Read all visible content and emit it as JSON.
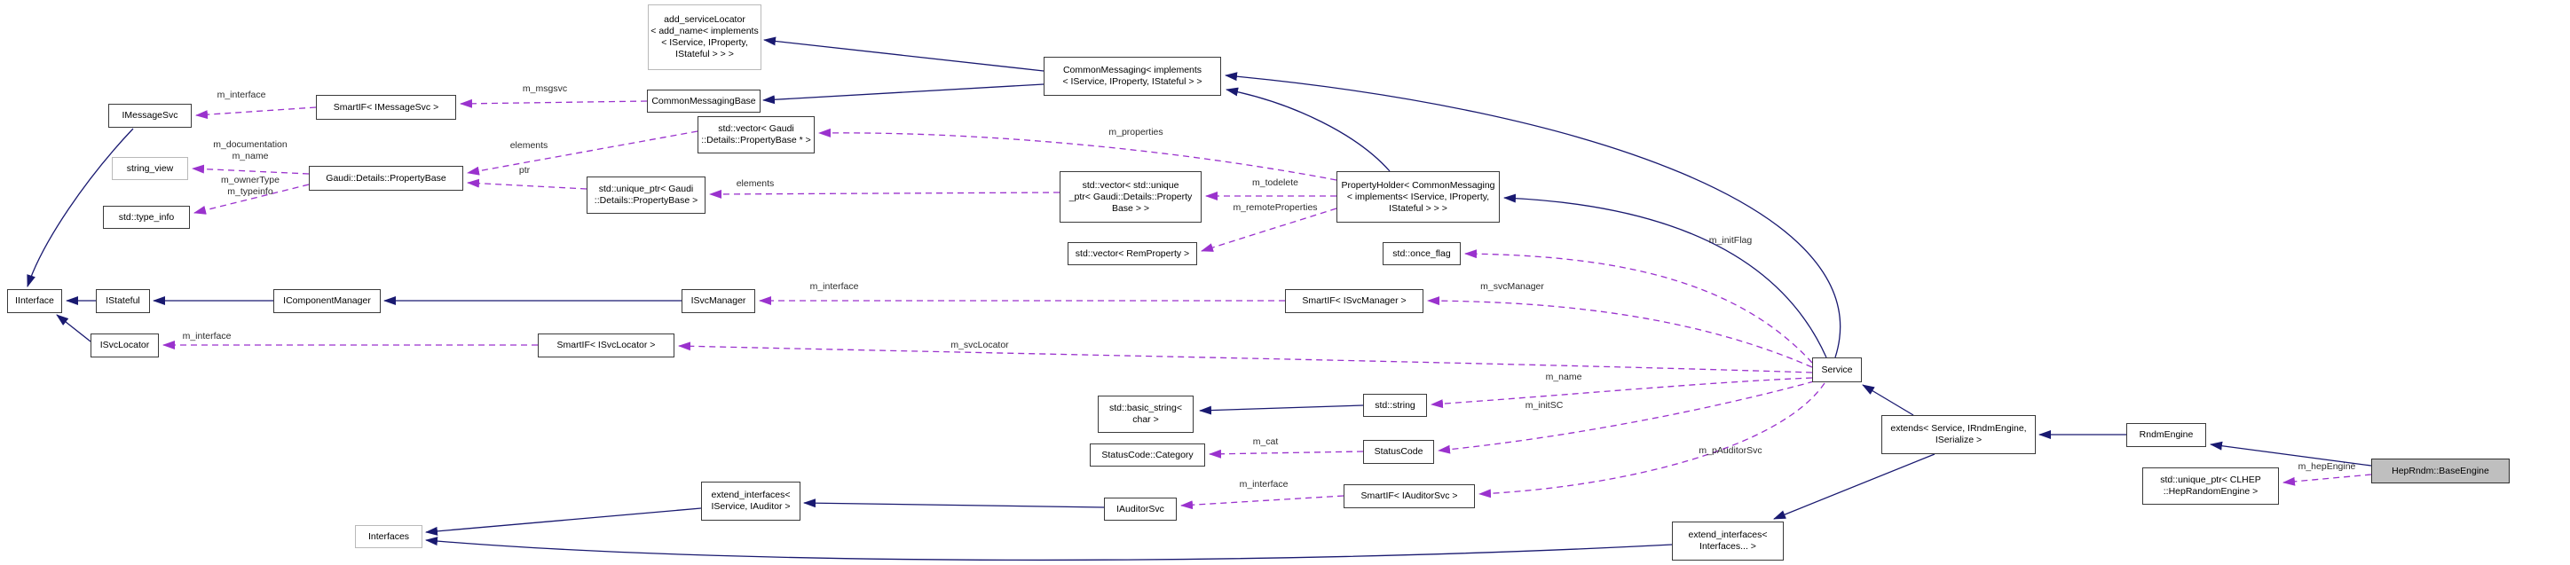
{
  "diagram": {
    "kind": "collaboration-graph",
    "highlighted_node": "HepRndm::BaseEngine",
    "colors": {
      "inheritance_edge": "#191970",
      "usage_edge": "#9a32cd",
      "node_border": "#3a3a3a",
      "node_border_external": "#b9b9b9",
      "highlight_fill": "#bfbfbf",
      "background": "#ffffff"
    },
    "nodes": {
      "iinterface": {
        "label": "IInterface"
      },
      "imessagesvc": {
        "label": "IMessageSvc"
      },
      "string_view": {
        "label": "string_view"
      },
      "type_info": {
        "label": "std::type_info"
      },
      "istateful": {
        "label": "IStateful"
      },
      "isvclocator": {
        "label": "ISvcLocator"
      },
      "smartif_imessagesvc": {
        "label": "SmartIF< IMessageSvc >"
      },
      "propertybase": {
        "label": "Gaudi::Details::PropertyBase"
      },
      "icomponentmanager": {
        "label": "IComponentManager"
      },
      "smartif_isvclocator": {
        "label": "SmartIF< ISvcLocator >"
      },
      "isvcmanager": {
        "label": "ISvcManager"
      },
      "smartif_isvcmanager": {
        "label": "SmartIF< ISvcManager >"
      },
      "add_servicelocator": {
        "label": "add_serviceLocator\n< add_name< implements\n< IService, IProperty,\nIStateful > > >"
      },
      "commonmessagingbase": {
        "label": "CommonMessagingBase"
      },
      "commonmessaging": {
        "label": "CommonMessaging< implements\n< IService, IProperty, IStateful > >"
      },
      "vector_pb_ptr": {
        "label": "std::vector< Gaudi\n::Details::PropertyBase * >"
      },
      "unique_ptr_pb": {
        "label": "std::unique_ptr< Gaudi\n::Details::PropertyBase >"
      },
      "vector_uptr": {
        "label": "std::vector< std::unique\n_ptr< Gaudi::Details::Property\nBase > >"
      },
      "vector_rem": {
        "label": "std::vector< RemProperty >"
      },
      "propertyholder": {
        "label": "PropertyHolder< CommonMessaging\n< implements< IService, IProperty,\nIStateful > > >"
      },
      "once_flag": {
        "label": "std::once_flag"
      },
      "service": {
        "label": "Service"
      },
      "basic_string": {
        "label": "std::basic_string<\nchar >"
      },
      "std_string": {
        "label": "std::string"
      },
      "statuscode_category": {
        "label": "StatusCode::Category"
      },
      "statuscode": {
        "label": "StatusCode"
      },
      "interfaces": {
        "label": "Interfaces"
      },
      "extend_if_svc_aud": {
        "label": "extend_interfaces<\nIService, IAuditor >"
      },
      "iauditorsvc": {
        "label": "IAuditorSvc"
      },
      "smartif_iauditorsvc": {
        "label": "SmartIF< IAuditorSvc >"
      },
      "extend_if_ifaces": {
        "label": "extend_interfaces<\nInterfaces... >"
      },
      "extends_box": {
        "label": "extends< Service, IRndmEngine,\nISerialize >"
      },
      "rndmengine": {
        "label": "RndmEngine"
      },
      "uptr_clhep": {
        "label": "std::unique_ptr< CLHEP\n::HepRandomEngine >"
      },
      "baseengine": {
        "label": "HepRndm::BaseEngine"
      }
    },
    "edge_labels": {
      "m_interface_imessagesvc": "m_interface",
      "m_msgsvc": "m_msgsvc",
      "m_documentation_m_name": "m_documentation\nm_name",
      "m_ownertype_m_typeinfo": "m_ownerType\nm_typeinfo",
      "elements_outer": "elements",
      "ptr": "ptr",
      "elements_inner": "elements",
      "m_properties": "m_properties",
      "m_todelete": "m_todelete",
      "m_remoteproperties": "m_remoteProperties",
      "m_initflag": "m_initFlag",
      "m_svcmanager": "m_svcManager",
      "m_interface_isvcmanager": "m_interface",
      "m_svclocator": "m_svcLocator",
      "m_interface_isvclocator": "m_interface",
      "m_name": "m_name",
      "m_initsc": "m_initSC",
      "m_cat": "m_cat",
      "m_pauditorsvc": "m_pAuditorSvc",
      "m_interface_iauditorsvc": "m_interface",
      "m_hepengine": "m_hepEngine"
    },
    "edges": [
      {
        "from": "CommonMessaging< implements< IService, IProperty, IStateful > >",
        "to": "add_serviceLocator< add_name< implements< IService, IProperty, IStateful > > >",
        "type": "inheritance"
      },
      {
        "from": "CommonMessaging< implements< IService, IProperty, IStateful > >",
        "to": "CommonMessagingBase",
        "type": "inheritance"
      },
      {
        "from": "PropertyHolder< CommonMessaging< implements< IService, IProperty, IStateful > > >",
        "to": "CommonMessaging< implements< IService, IProperty, IStateful > >",
        "type": "inheritance"
      },
      {
        "from": "Service",
        "to": "CommonMessaging< implements< IService, IProperty, IStateful > >",
        "type": "inheritance"
      },
      {
        "from": "Service",
        "to": "PropertyHolder< CommonMessaging< implements< IService, IProperty, IStateful > > >",
        "type": "inheritance"
      },
      {
        "from": "std::string",
        "to": "std::basic_string< char >",
        "type": "inheritance"
      },
      {
        "from": "IStateful",
        "to": "IInterface",
        "type": "inheritance"
      },
      {
        "from": "IComponentManager",
        "to": "IStateful",
        "type": "inheritance"
      },
      {
        "from": "ISvcManager",
        "to": "IComponentManager",
        "type": "inheritance"
      },
      {
        "from": "ISvcLocator",
        "to": "IInterface",
        "type": "inheritance"
      },
      {
        "from": "IMessageSvc",
        "to": "IInterface",
        "type": "inheritance"
      },
      {
        "from": "extends< Service, IRndmEngine, ISerialize >",
        "to": "Service",
        "type": "inheritance"
      },
      {
        "from": "extends< Service, IRndmEngine, ISerialize >",
        "to": "extend_interfaces< Interfaces... >",
        "type": "inheritance"
      },
      {
        "from": "RndmEngine",
        "to": "extends< Service, IRndmEngine, ISerialize >",
        "type": "inheritance"
      },
      {
        "from": "HepRndm::BaseEngine",
        "to": "RndmEngine",
        "type": "inheritance"
      },
      {
        "from": "extend_interfaces< IService, IAuditor >",
        "to": "Interfaces",
        "type": "inheritance"
      },
      {
        "from": "extend_interfaces< Interfaces... >",
        "to": "Interfaces",
        "type": "inheritance"
      },
      {
        "from": "IAuditorSvc",
        "to": "extend_interfaces< IService, IAuditor >",
        "type": "inheritance"
      },
      {
        "from": "SmartIF< IMessageSvc >",
        "to": "IMessageSvc",
        "type": "usage",
        "label": "m_interface"
      },
      {
        "from": "CommonMessagingBase",
        "to": "SmartIF< IMessageSvc >",
        "type": "usage",
        "label": "m_msgsvc"
      },
      {
        "from": "Gaudi::Details::PropertyBase",
        "to": "string_view",
        "type": "usage",
        "label": "m_documentation m_name"
      },
      {
        "from": "Gaudi::Details::PropertyBase",
        "to": "std::type_info",
        "type": "usage",
        "label": "m_ownerType m_typeinfo"
      },
      {
        "from": "std::vector< Gaudi::Details::PropertyBase * >",
        "to": "Gaudi::Details::PropertyBase",
        "type": "usage",
        "label": "elements"
      },
      {
        "from": "std::unique_ptr< Gaudi::Details::PropertyBase >",
        "to": "Gaudi::Details::PropertyBase",
        "type": "usage",
        "label": "ptr"
      },
      {
        "from": "std::vector< std::unique_ptr< Gaudi::Details::PropertyBase > >",
        "to": "std::unique_ptr< Gaudi::Details::PropertyBase >",
        "type": "usage",
        "label": "elements"
      },
      {
        "from": "PropertyHolder< CommonMessaging< implements< IService, IProperty, IStateful > > >",
        "to": "std::vector< Gaudi::Details::PropertyBase * >",
        "type": "usage",
        "label": "m_properties"
      },
      {
        "from": "PropertyHolder< CommonMessaging< implements< IService, IProperty, IStateful > > >",
        "to": "std::vector< std::unique_ptr< Gaudi::Details::PropertyBase > >",
        "type": "usage",
        "label": "m_todelete"
      },
      {
        "from": "PropertyHolder< CommonMessaging< implements< IService, IProperty, IStateful > > >",
        "to": "std::vector< RemProperty >",
        "type": "usage",
        "label": "m_remoteProperties"
      },
      {
        "from": "Service",
        "to": "std::once_flag",
        "type": "usage",
        "label": "m_initFlag"
      },
      {
        "from": "Service",
        "to": "SmartIF< ISvcManager >",
        "type": "usage",
        "label": "m_svcManager"
      },
      {
        "from": "SmartIF< ISvcManager >",
        "to": "ISvcManager",
        "type": "usage",
        "label": "m_interface"
      },
      {
        "from": "Service",
        "to": "SmartIF< ISvcLocator >",
        "type": "usage",
        "label": "m_svcLocator"
      },
      {
        "from": "SmartIF< ISvcLocator >",
        "to": "ISvcLocator",
        "type": "usage",
        "label": "m_interface"
      },
      {
        "from": "Service",
        "to": "std::string",
        "type": "usage",
        "label": "m_name"
      },
      {
        "from": "Service",
        "to": "StatusCode",
        "type": "usage",
        "label": "m_initSC"
      },
      {
        "from": "StatusCode",
        "to": "StatusCode::Category",
        "type": "usage",
        "label": "m_cat"
      },
      {
        "from": "Service",
        "to": "SmartIF< IAuditorSvc >",
        "type": "usage",
        "label": "m_pAuditorSvc"
      },
      {
        "from": "SmartIF< IAuditorSvc >",
        "to": "IAuditorSvc",
        "type": "usage",
        "label": "m_interface"
      },
      {
        "from": "HepRndm::BaseEngine",
        "to": "std::unique_ptr< CLHEP::HepRandomEngine >",
        "type": "usage",
        "label": "m_hepEngine"
      }
    ]
  }
}
